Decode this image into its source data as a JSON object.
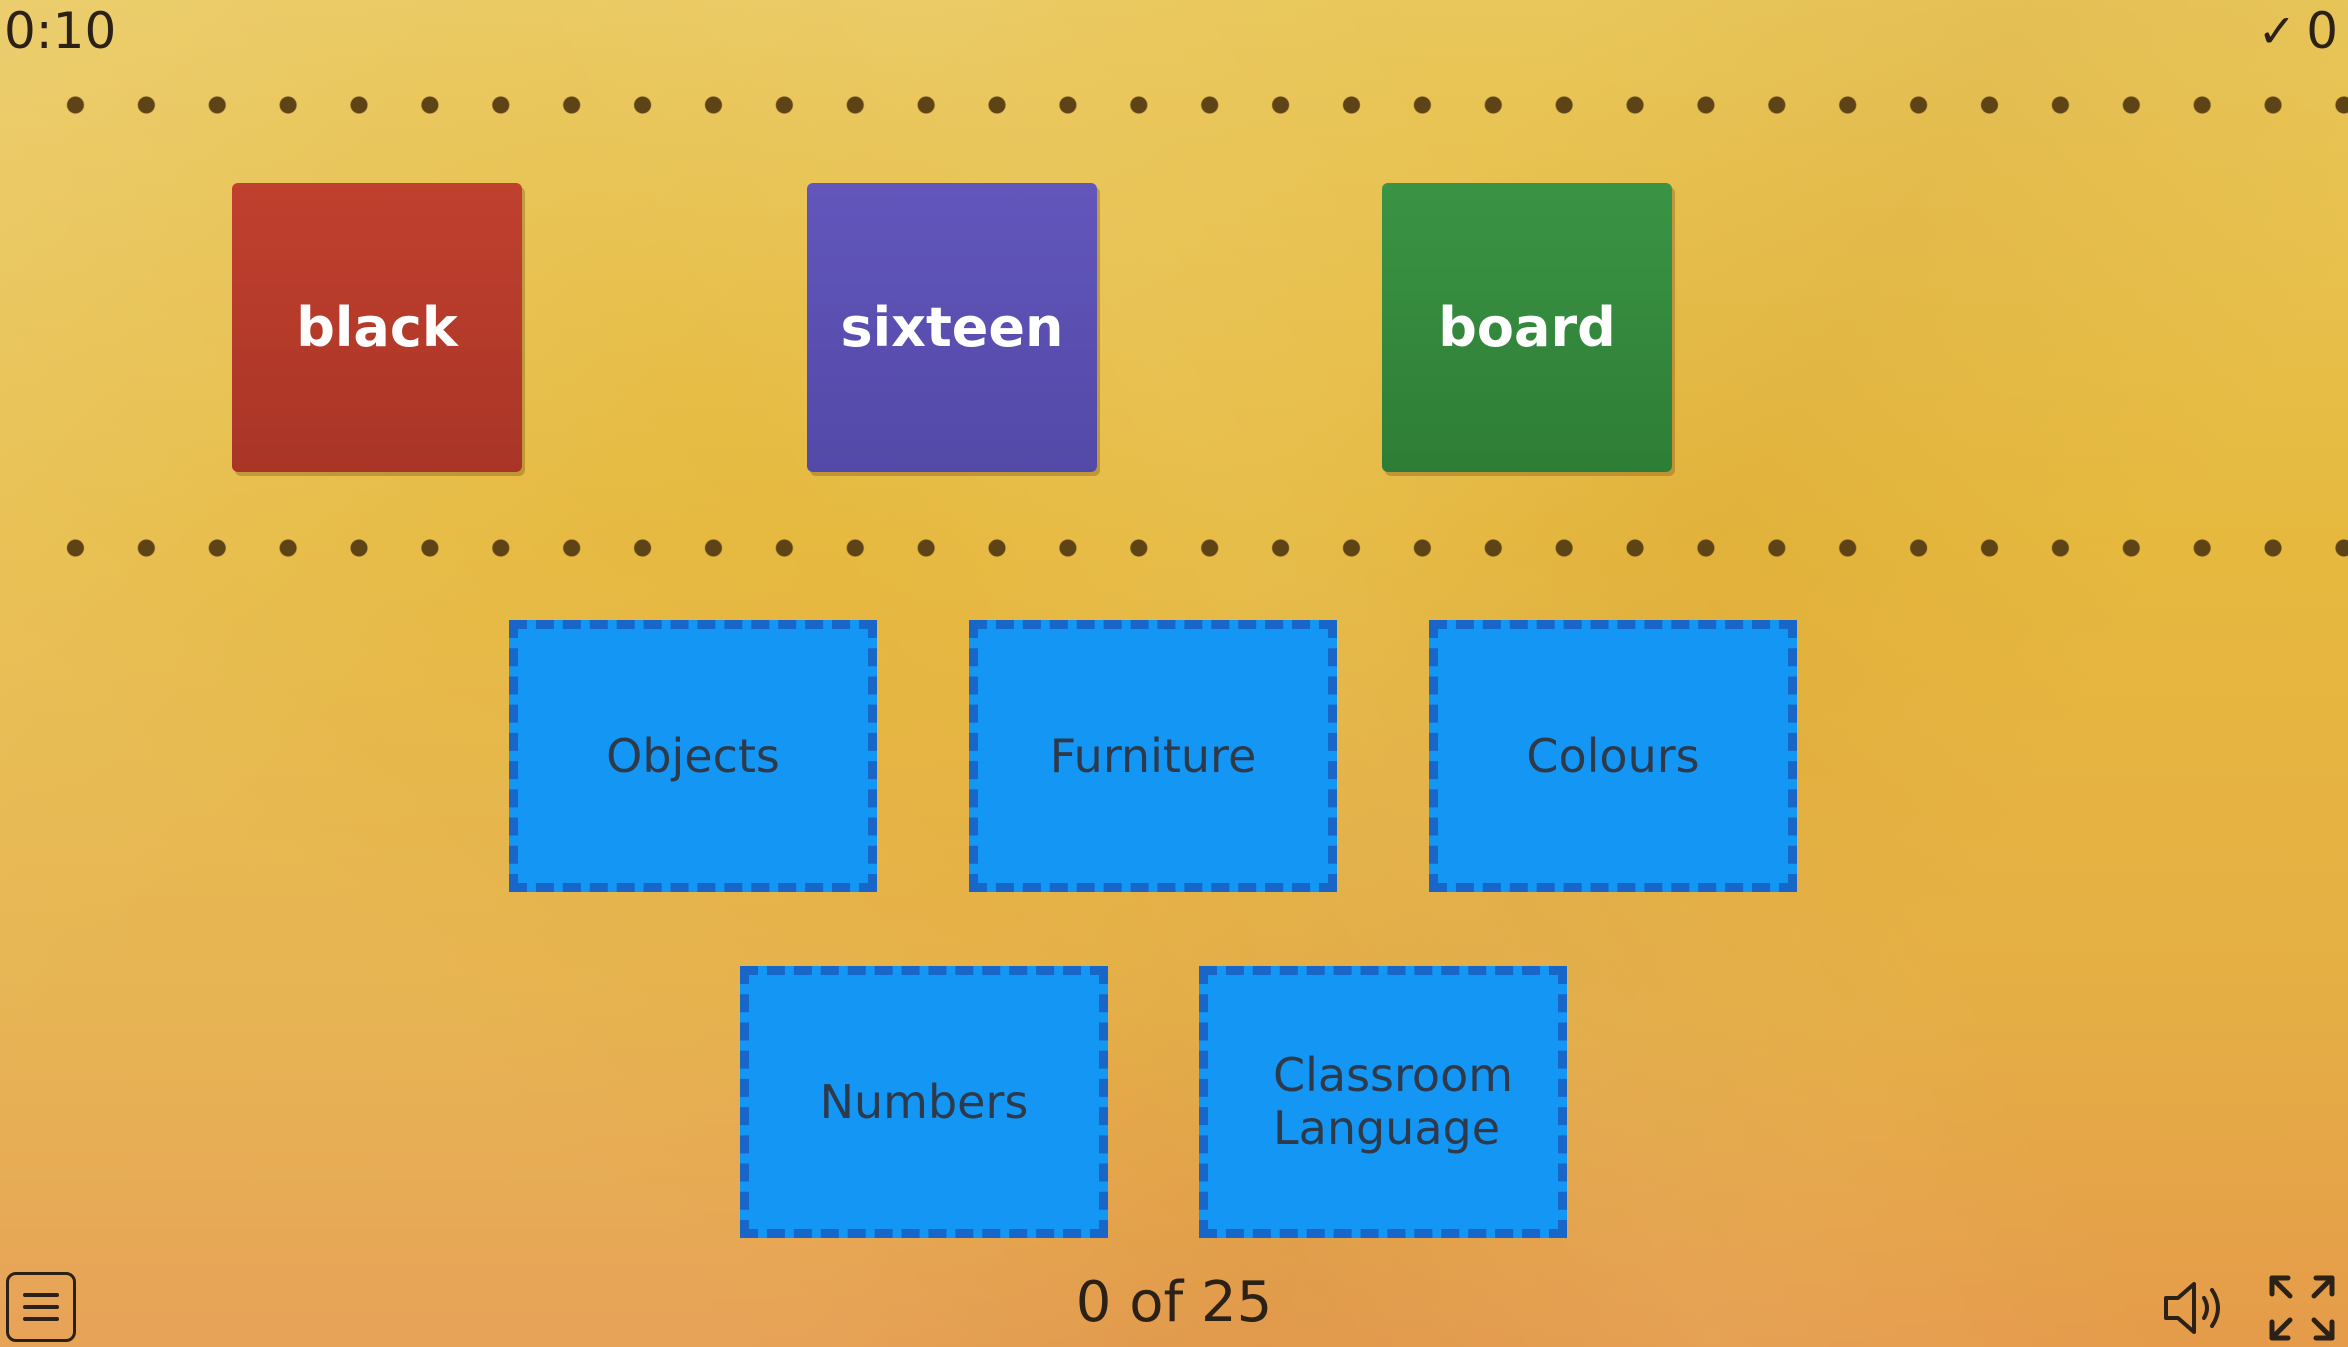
{
  "header": {
    "timer": "0:10",
    "score_icon": "check-icon",
    "score": "0"
  },
  "cards": [
    {
      "label": "black",
      "color": "#b93b2b"
    },
    {
      "label": "sixteen",
      "color": "#5a4fb3"
    },
    {
      "label": "board",
      "color": "#358a3e"
    }
  ],
  "categories": [
    {
      "label": "Objects"
    },
    {
      "label": "Furniture"
    },
    {
      "label": "Colours"
    },
    {
      "label": "Numbers"
    },
    {
      "label": "Classroom Language"
    }
  ],
  "footer": {
    "progress": "0 of 25",
    "menu_icon": "menu-icon",
    "sound_icon": "speaker-icon",
    "fullscreen_icon": "fullscreen-icon"
  },
  "colors": {
    "bin_fill": "#1496f5",
    "bin_border": "#1866c8",
    "dots": "#5e4316"
  }
}
